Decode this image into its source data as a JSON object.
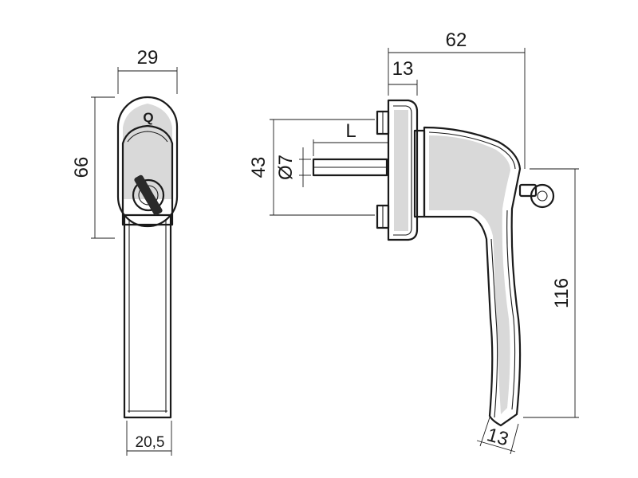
{
  "dimensions": {
    "front_width": "29",
    "front_height": "66",
    "front_bottom_width": "20,5",
    "side_total_width": "62",
    "side_base_depth": "13",
    "side_height": "116",
    "side_tip_width": "13",
    "spindle_length": "L",
    "spindle_diameter": "Ø7",
    "rosette_height": "43"
  },
  "front_mark": "Q"
}
